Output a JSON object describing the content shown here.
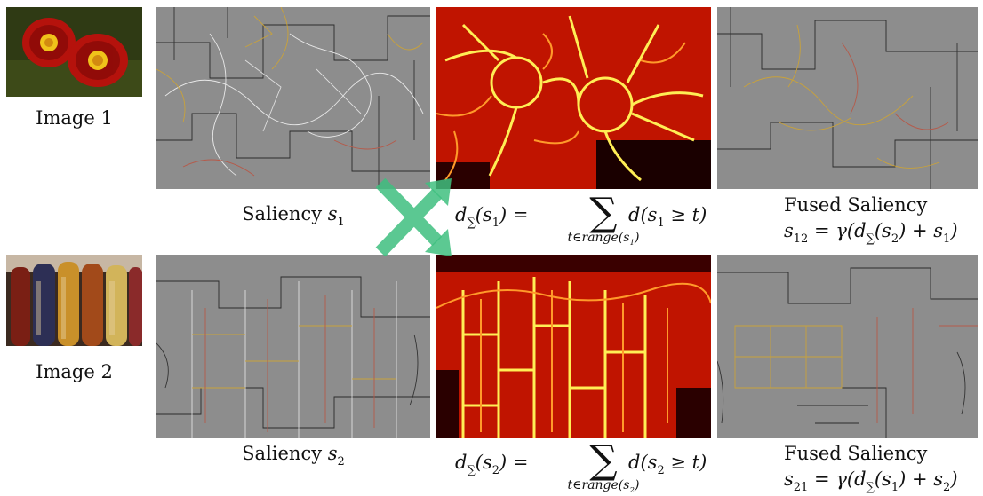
{
  "rows": [
    {
      "image_label": "Image 1",
      "saliency_prefix": "Saliency",
      "saliency_var": "s",
      "saliency_sub": "1",
      "formula": {
        "lhs_d": "d",
        "lhs_arg_var": "s",
        "lhs_arg_sub": "1",
        "sum_under": "t∈range(s",
        "sum_under_sub": "1",
        "rhs_d": "d",
        "rhs_var": "s",
        "rhs_sub": "1",
        "rhs_rel": "≥ t"
      },
      "fused_title": "Fused Saliency",
      "fused_lhs_var": "s",
      "fused_lhs_sub": "12",
      "fused_gamma": "γ",
      "fused_d_arg_sub": "2",
      "fused_plus_sub": "1"
    },
    {
      "image_label": "Image 2",
      "saliency_prefix": "Saliency",
      "saliency_var": "s",
      "saliency_sub": "2",
      "formula": {
        "lhs_d": "d",
        "lhs_arg_var": "s",
        "lhs_arg_sub": "2",
        "sum_under": "t∈range(s",
        "sum_under_sub": "2",
        "rhs_d": "d",
        "rhs_var": "s",
        "rhs_sub": "2",
        "rhs_rel": "≥ t"
      },
      "fused_title": "Fused Saliency",
      "fused_lhs_var": "s",
      "fused_lhs_sub": "21",
      "fused_gamma": "γ",
      "fused_d_arg_sub": "1",
      "fused_plus_sub": "2"
    }
  ],
  "colors": {
    "panel_gray": "#8d8d8d",
    "cross_green": "#3fbf7f",
    "heat_dark": "#1a0000",
    "heat_red": "#d41a00",
    "heat_yellow": "#ffee55"
  },
  "icons": {
    "cross": "cross-arrows-icon"
  }
}
